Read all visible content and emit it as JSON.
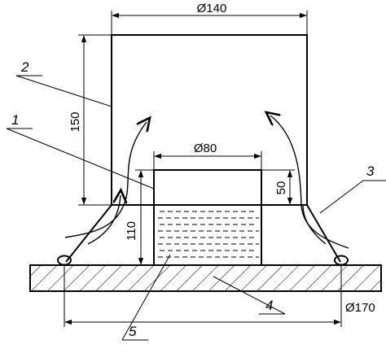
{
  "dimensions": {
    "top_diameter": "Ø140",
    "cup_diameter": "Ø80",
    "base_diameter": "Ø170",
    "hood_height": "150",
    "stand_height": "110",
    "cup_height": "50"
  },
  "callouts": [
    "1",
    "2",
    "3",
    "4",
    "5"
  ]
}
